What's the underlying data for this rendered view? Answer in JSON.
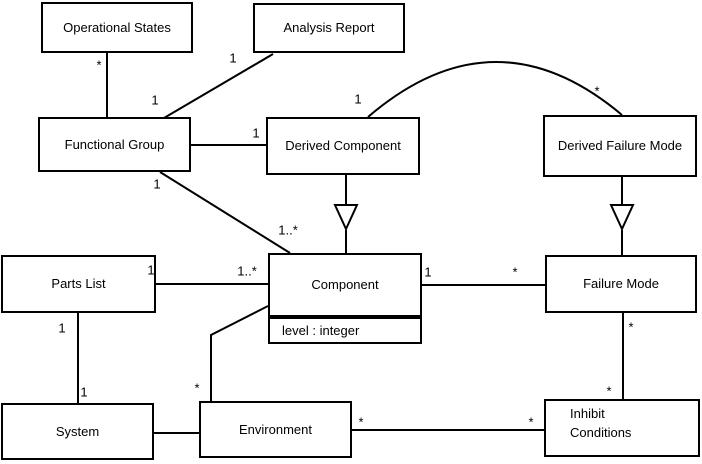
{
  "diagram": {
    "type": "uml-class-diagram",
    "colors": {
      "background": "#ffffff",
      "line": "#000000",
      "text": "#000000"
    },
    "classes": {
      "operational_states": {
        "label": "Operational States"
      },
      "analysis_report": {
        "label": "Analysis Report"
      },
      "functional_group": {
        "label": "Functional Group"
      },
      "derived_component": {
        "label": "Derived Component"
      },
      "derived_failure_mode": {
        "label": "Derived Failure Mode"
      },
      "component": {
        "label": "Component",
        "attribute": "level : integer"
      },
      "failure_mode": {
        "label": "Failure Mode"
      },
      "parts_list": {
        "label": "Parts List"
      },
      "system": {
        "label": "System"
      },
      "environment": {
        "label": "Environment"
      },
      "inhibit_conditions": {
        "label": "Inhibit\nConditions"
      }
    },
    "relationships": [
      {
        "from": "Operational States",
        "to": "Functional Group",
        "from_mult": "*",
        "to_mult": "1",
        "type": "association"
      },
      {
        "from": "Functional Group",
        "to": "Analysis Report",
        "to_mult": "1",
        "type": "association"
      },
      {
        "from": "Functional Group",
        "to": "Derived Component",
        "to_mult": "1",
        "type": "association"
      },
      {
        "from": "Functional Group",
        "to": "Component",
        "from_mult": "1",
        "to_mult": "1..*",
        "type": "association"
      },
      {
        "from": "Derived Component",
        "to": "Component",
        "type": "generalization"
      },
      {
        "from": "Derived Component",
        "to": "Derived Failure Mode",
        "from_mult": "1",
        "to_mult": "*",
        "type": "association"
      },
      {
        "from": "Derived Failure Mode",
        "to": "Failure Mode",
        "type": "generalization"
      },
      {
        "from": "Component",
        "to": "Failure Mode",
        "from_mult": "1",
        "to_mult": "*",
        "type": "association"
      },
      {
        "from": "Parts List",
        "to": "Component",
        "from_mult": "1",
        "to_mult": "1..*",
        "type": "association"
      },
      {
        "from": "Parts List",
        "to": "System",
        "from_mult": "1",
        "to_mult": "1",
        "type": "association"
      },
      {
        "from": "System",
        "to": "Environment",
        "type": "association"
      },
      {
        "from": "Environment",
        "to": "Component",
        "from_mult": "*",
        "type": "association"
      },
      {
        "from": "Failure Mode",
        "to": "Inhibit Conditions",
        "from_mult": "*",
        "to_mult": "*",
        "type": "association"
      },
      {
        "from": "Environment",
        "to": "Inhibit Conditions",
        "from_mult": "*",
        "to_mult": "*",
        "type": "association"
      }
    ],
    "multiplicities": [
      {
        "text": "*"
      },
      {
        "text": "1"
      },
      {
        "text": "1"
      },
      {
        "text": "1"
      },
      {
        "text": "1"
      },
      {
        "text": "1..*"
      },
      {
        "text": "1"
      },
      {
        "text": "*"
      },
      {
        "text": "1"
      },
      {
        "text": "*"
      },
      {
        "text": "1"
      },
      {
        "text": "1..*"
      },
      {
        "text": "1"
      },
      {
        "text": "1"
      },
      {
        "text": "*"
      },
      {
        "text": "*"
      },
      {
        "text": "*"
      },
      {
        "text": "*"
      },
      {
        "text": "*"
      }
    ]
  }
}
